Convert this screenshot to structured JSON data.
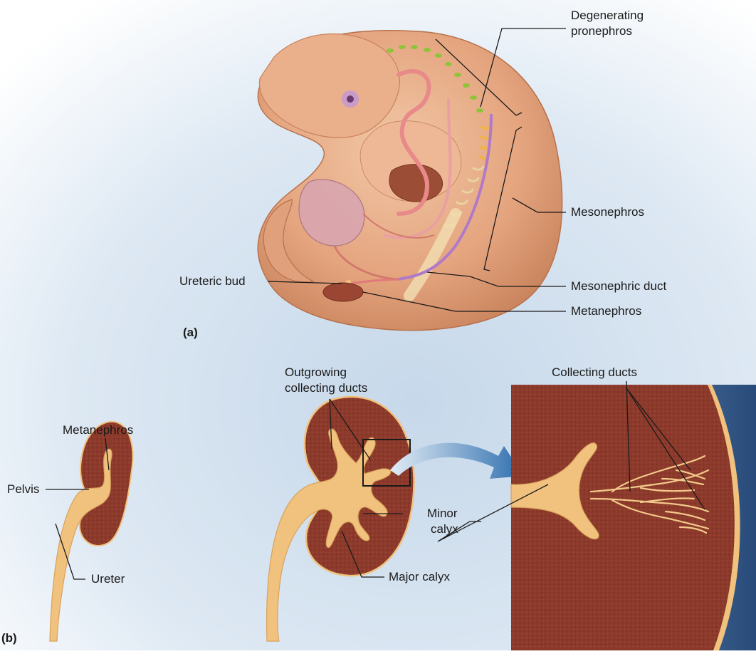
{
  "panel_a": {
    "letter": "(a)",
    "labels": {
      "degenerating_pronephros_1": "Degenerating",
      "degenerating_pronephros_2": "pronephros",
      "mesonephros": "Mesonephros",
      "ureteric_bud": "Ureteric bud",
      "mesonephric_duct": "Mesonephric duct",
      "metanephros": "Metanephros"
    }
  },
  "panel_b": {
    "letter": "(b)",
    "labels": {
      "metanephros": "Metanephros",
      "pelvis": "Pelvis",
      "ureter": "Ureter",
      "outgrowing_1": "Outgrowing",
      "outgrowing_2": "collecting ducts",
      "minor_calyx_1": "Minor",
      "minor_calyx_2": "calyx",
      "major_calyx": "Major calyx",
      "collecting_ducts": "Collecting ducts"
    }
  },
  "colors": {
    "background": "#ffffff",
    "bg_blue": "#c9daea",
    "embryo_skin": "#e3a580",
    "embryo_shadow": "#c9825c",
    "kidney_tissue": "#8f3a2c",
    "calyx": "#f0c27e",
    "pronephros_green": "#8fc43a",
    "mesonephros_yellow": "#f0b030",
    "duct_purple": "#b07ac8",
    "arrow_blue": "#3d7bb8"
  }
}
